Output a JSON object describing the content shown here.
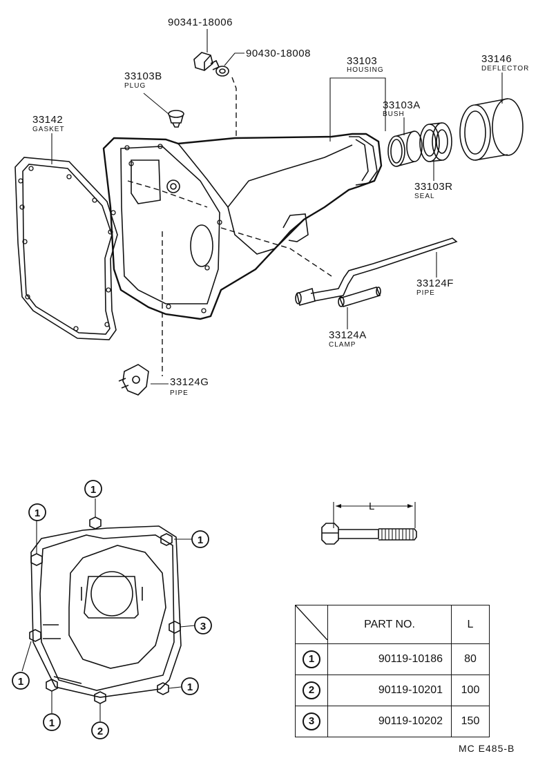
{
  "callouts": [
    {
      "id": "c1",
      "number": "90341-18006",
      "name": ""
    },
    {
      "id": "c2",
      "number": "90430-18008",
      "name": ""
    },
    {
      "id": "c3",
      "number": "33103",
      "name": "HOUSING"
    },
    {
      "id": "c4",
      "number": "33146",
      "name": "DEFLECTOR"
    },
    {
      "id": "c5",
      "number": "33103B",
      "name": "PLUG"
    },
    {
      "id": "c6",
      "number": "33142",
      "name": "GASKET"
    },
    {
      "id": "c7",
      "number": "33103A",
      "name": "BUSH"
    },
    {
      "id": "c8",
      "number": "33103R",
      "name": "SEAL"
    },
    {
      "id": "c9",
      "number": "33124F",
      "name": "PIPE"
    },
    {
      "id": "c10",
      "number": "33124A",
      "name": "CLAMP"
    },
    {
      "id": "c11",
      "number": "33124G",
      "name": "PIPE"
    }
  ],
  "bolt_markers": [
    "1",
    "1",
    "1",
    "3",
    "1",
    "1",
    "2",
    "1"
  ],
  "bolt_dimension_label": "L",
  "bolt_table": {
    "header": {
      "part": "PART NO.",
      "length": "L"
    },
    "rows": [
      {
        "mark": "1",
        "part": "90119-10186",
        "length": "80"
      },
      {
        "mark": "2",
        "part": "90119-10201",
        "length": "100"
      },
      {
        "mark": "3",
        "part": "90119-10202",
        "length": "150"
      }
    ]
  },
  "figure_code": "MC  E485-B"
}
